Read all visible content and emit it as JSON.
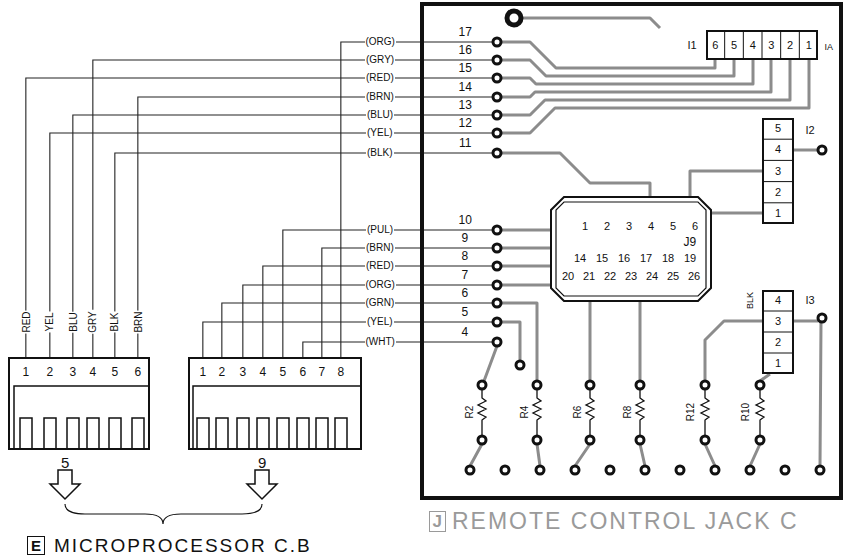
{
  "diagram": {
    "nodes": [
      {
        "text": [
          "1",
          "2",
          "3",
          "4",
          "5",
          "6"
        ]
      },
      {
        "text": [
          "1",
          "2",
          "3",
          "4",
          "5",
          "6",
          "7",
          "8"
        ]
      },
      {
        "text": [
          "17",
          "16",
          "15",
          "14",
          "13",
          "12",
          "11",
          "10",
          "9",
          "8",
          "7",
          "6",
          "5",
          "4"
        ]
      },
      {
        "text": [
          "I1",
          "6",
          "5",
          "4",
          "3",
          "2",
          "1"
        ],
        "in": 2
      },
      {
        "text": [
          "I2",
          "5",
          "4",
          "3",
          "2",
          "1"
        ],
        "in": 2
      },
      {
        "text": [
          "1",
          "2",
          "3",
          "4",
          "5",
          "6",
          "14",
          "15",
          "16",
          "17",
          "18",
          "19",
          "20",
          "21",
          "22",
          "23",
          "24",
          "25",
          "26",
          "J9"
        ],
        "in": 2
      },
      {
        "text": [
          "I3",
          "4",
          "3",
          "2",
          "1"
        ],
        "in": 2
      }
    ],
    "edges": [
      {
        "from": 1,
        "to": 2,
        "arrow": "none",
        "label": "(ORG)"
      },
      {
        "from": 0,
        "to": 2,
        "arrow": "none",
        "label": "(GRY)"
      },
      {
        "from": 0,
        "to": 2,
        "arrow": "none",
        "label": "(RED)"
      },
      {
        "from": 0,
        "to": 2,
        "arrow": "none",
        "label": "(BRN)"
      },
      {
        "from": 0,
        "to": 2,
        "arrow": "none",
        "label": "(BLU)"
      },
      {
        "from": 0,
        "to": 2,
        "arrow": "none",
        "label": "(YEL)"
      },
      {
        "from": 0,
        "to": 2,
        "arrow": "none",
        "label": "(BLK)"
      },
      {
        "from": 1,
        "to": 2,
        "arrow": "none",
        "label": "(PUL)"
      },
      {
        "from": 1,
        "to": 2,
        "arrow": "none",
        "label": "(BRN)"
      },
      {
        "from": 1,
        "to": 2,
        "arrow": "none",
        "label": "(RED)"
      },
      {
        "from": 1,
        "to": 2,
        "arrow": "none",
        "label": "(ORG)"
      },
      {
        "from": 1,
        "to": 2,
        "arrow": "none",
        "label": "(GRN)"
      },
      {
        "from": 1,
        "to": 2,
        "arrow": "none",
        "label": "(YEL)"
      },
      {
        "from": 1,
        "to": 2,
        "arrow": "none",
        "label": "(WHT)"
      }
    ],
    "labels": [
      "RED",
      "YEL",
      "BLU",
      "GRY",
      "BLK",
      "BRN",
      "5",
      "9",
      "E",
      "MICROPROCESSOR C.B",
      "J",
      "REMOTE CONTROL JACK C",
      "BLK",
      "R2",
      "R4",
      "R6",
      "R8",
      "R12",
      "R10",
      "IA"
    ]
  }
}
